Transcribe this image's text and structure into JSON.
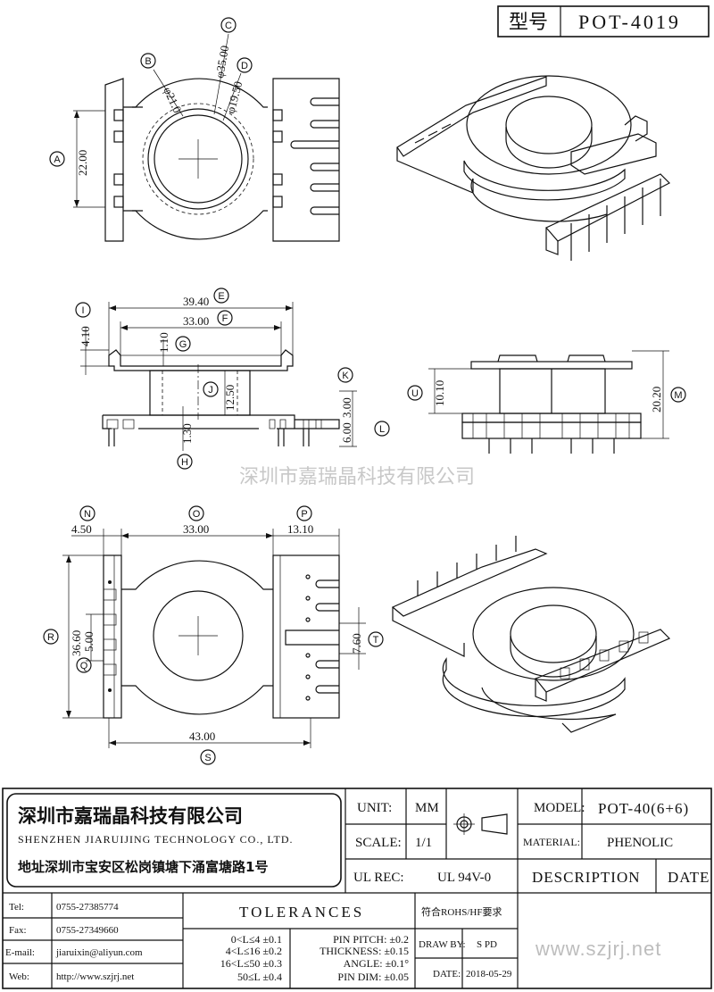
{
  "header": {
    "type_label": "型号",
    "type_value": "POT-4019"
  },
  "watermark": "深圳市嘉瑞晶科技有限公司",
  "callouts": {
    "A": "A",
    "B": "B",
    "C": "C",
    "D": "D",
    "E": "E",
    "F": "F",
    "G": "G",
    "H": "H",
    "I": "I",
    "J": "J",
    "K": "K",
    "L": "L",
    "M": "M",
    "N": "N",
    "O": "O",
    "P": "P",
    "Q": "Q",
    "R": "R",
    "S": "S",
    "T": "T",
    "U": "U"
  },
  "dimensions": {
    "A": "22.00",
    "B": "φ21.0",
    "C": "φ35.00",
    "D": "φ19.50",
    "E": "39.40",
    "F": "33.00",
    "G": "1.10",
    "H": "1.30",
    "I": "4.10",
    "J": "12.50",
    "K": "3.00",
    "L": "6.00",
    "M": "20.20",
    "N": "4.50",
    "O": "33.00",
    "P": "13.10",
    "Q": "5.00",
    "R": "36.60",
    "S": "43.00",
    "T": "7.60",
    "U": "10.10"
  },
  "company": {
    "name_cn": "深圳市嘉瑞晶科技有限公司",
    "name_en": "SHENZHEN JIARUIJING TECHNOLOGY CO., LTD.",
    "address": "地址深圳市宝安区松岗镇塘下涌富塘路1号"
  },
  "title_block": {
    "unit_label": "UNIT:",
    "unit_value": "MM",
    "scale_label": "SCALE:",
    "scale_value": "1/1",
    "model_label": "MODEL:",
    "model_value": "POT-40(6+6)",
    "material_label": "MATERIAL:",
    "material_value": "PHENOLIC",
    "ulrec_label": "UL REC:",
    "ulrec_value": "UL 94V-0",
    "description_label": "DESCRIPTION",
    "date_label": "DATE",
    "tolerances_label": "TOLERANCES",
    "rohs": "符合ROHS/HF要求",
    "drawby_label": "DRAW BY:",
    "drawby_value": "S PD",
    "date_row_label": "DATE:",
    "date_value": "2018-05-29",
    "website_big": "www.szjrj.net",
    "tol_rows": [
      "0<L≤4 ±0.1",
      "4<L≤16 ±0.2",
      "16<L≤50 ±0.3",
      "50≤L ±0.4"
    ],
    "pin_rows": [
      "PIN PITCH: ±0.2",
      "THICKNESS: ±0.15",
      "ANGLE: ±0.1°",
      "PIN DIM: ±0.05"
    ]
  },
  "contacts": [
    {
      "label": "Tel:",
      "value": "0755-27385774"
    },
    {
      "label": "Fax:",
      "value": "0755-27349660"
    },
    {
      "label": "E-mail:",
      "value": "jiaruixin@aliyun.com"
    },
    {
      "label": "Web:",
      "value": "http://www.szjrj.net"
    }
  ]
}
